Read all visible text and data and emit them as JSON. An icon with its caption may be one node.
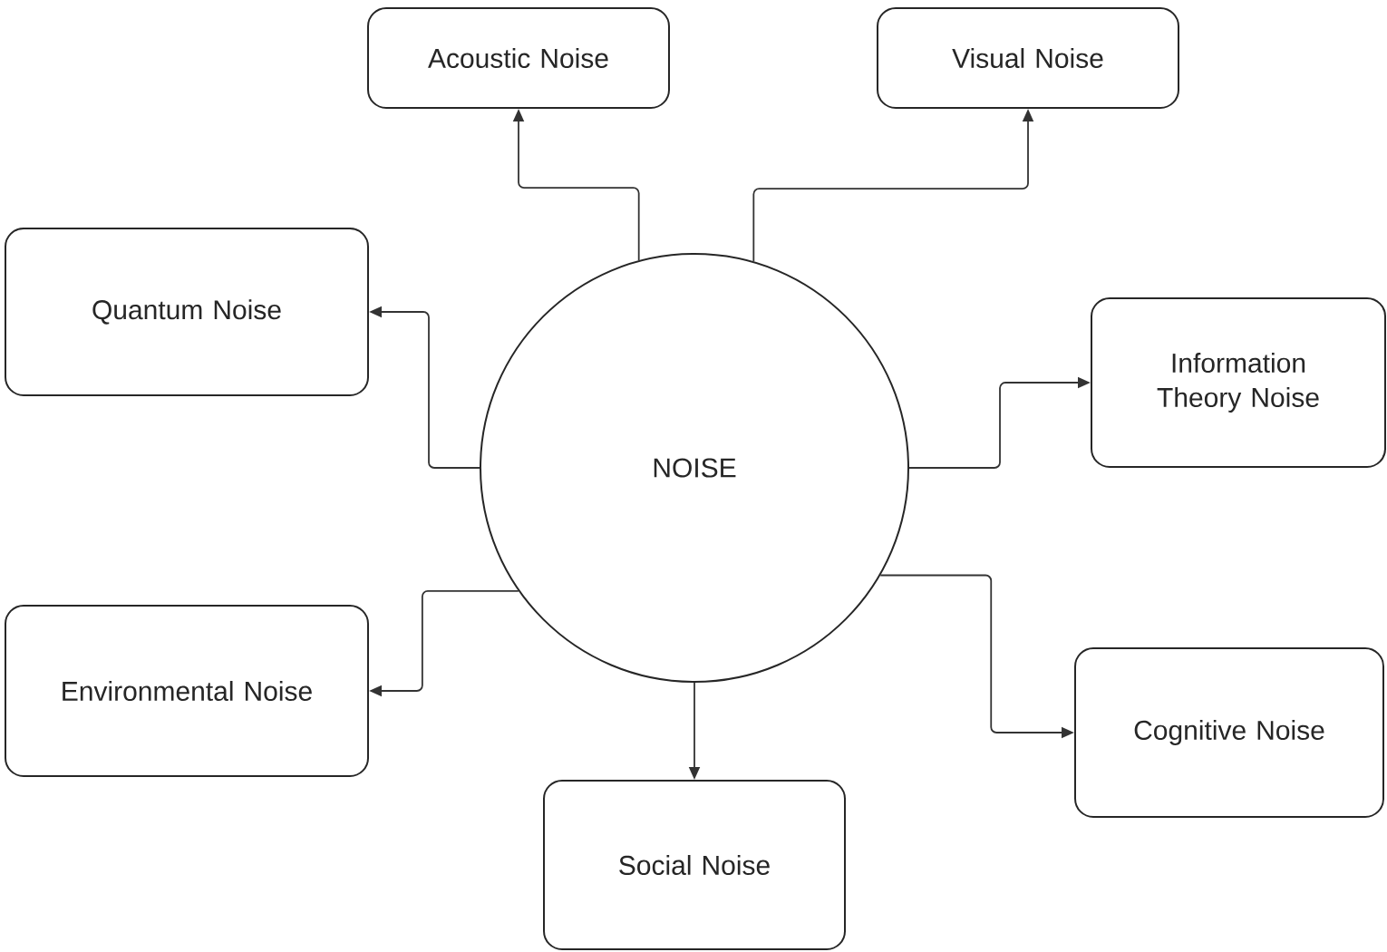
{
  "diagram": {
    "nodes": [
      {
        "text": [
          "NOISE"
        ]
      },
      {
        "text": [
          "Acoustic Noise"
        ]
      },
      {
        "text": [
          "Visual Noise"
        ]
      },
      {
        "text": [
          "Quantum Noise"
        ]
      },
      {
        "text": [
          "Information Theory Noise"
        ]
      },
      {
        "text": [
          "Environmental Noise"
        ]
      },
      {
        "text": [
          "Cognitive Noise"
        ]
      },
      {
        "text": [
          "Social Noise"
        ]
      }
    ],
    "edges": [
      {
        "from": 0,
        "to": 1,
        "arrow": "to"
      },
      {
        "from": 0,
        "to": 2,
        "arrow": "to"
      },
      {
        "from": 0,
        "to": 3,
        "arrow": "to"
      },
      {
        "from": 0,
        "to": 4,
        "arrow": "to"
      },
      {
        "from": 0,
        "to": 5,
        "arrow": "to"
      },
      {
        "from": 0,
        "to": 6,
        "arrow": "to"
      },
      {
        "from": 0,
        "to": 7,
        "arrow": "to"
      }
    ]
  }
}
